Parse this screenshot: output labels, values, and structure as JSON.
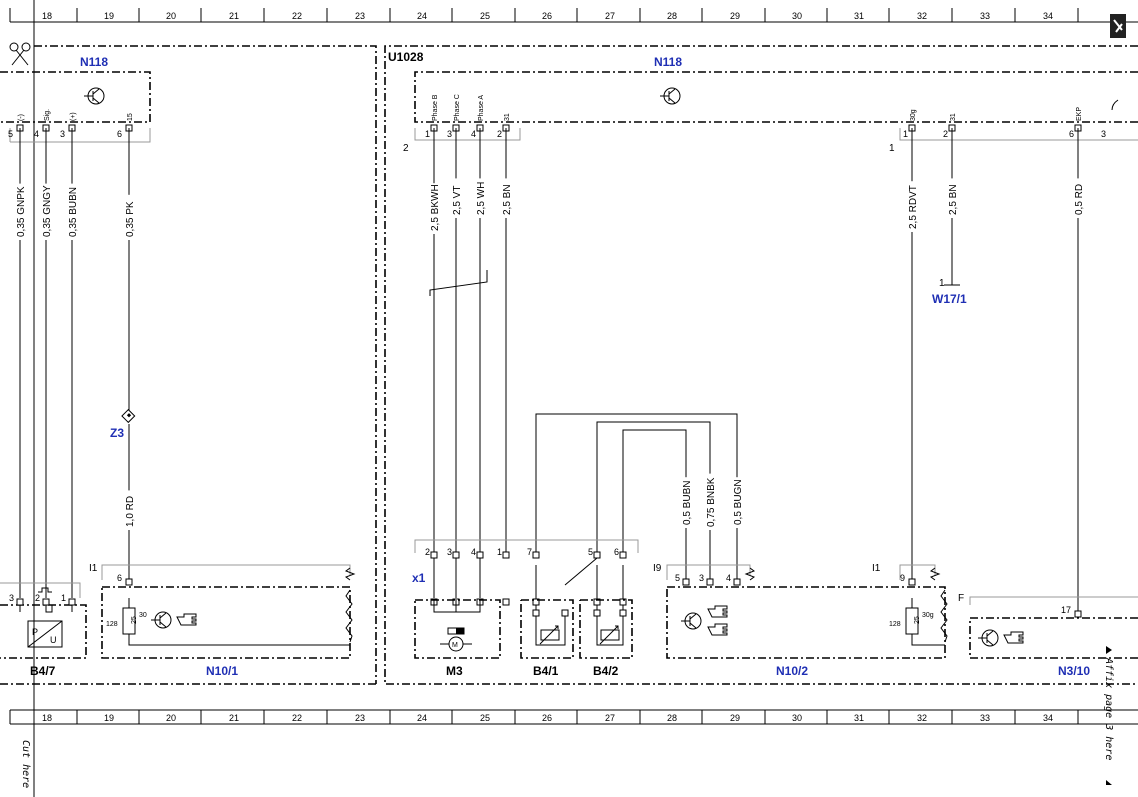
{
  "ruler_columns": [
    "18",
    "19",
    "20",
    "21",
    "22",
    "23",
    "24",
    "25",
    "26",
    "27",
    "28",
    "29",
    "30",
    "31",
    "32",
    "33",
    "34"
  ],
  "icons": {
    "scissors": "scissors-icon",
    "pdf": "pdf-icon",
    "transistor": "transistor-icon",
    "hand": "pointing-hand-icon"
  },
  "cut_text": "Cut here",
  "affix_text": "Affix page 3 here",
  "modules": {
    "n118_left": "N118",
    "n118_main": "N118",
    "u1028": "U1028",
    "w17_1": "W17/1",
    "w17_1_pin": "1",
    "z3": "Z3",
    "x1": "x1",
    "b4_7": "B4/7",
    "n10_1": "N10/1",
    "m3": "M3",
    "b4_1": "B4/1",
    "b4_2": "B4/2",
    "n10_2": "N10/2",
    "n3_10": "N3/10"
  },
  "connector_ids": {
    "left_i1": "I1",
    "n10_2_i9": "I9",
    "right_i1": "I1",
    "n3_10_f": "F",
    "conn2": "2",
    "conn1": "1"
  },
  "n118_left_pins": [
    {
      "pin": "5",
      "label": "(-)"
    },
    {
      "pin": "4",
      "label": "Sig."
    },
    {
      "pin": "3",
      "label": "(+)"
    },
    {
      "pin": "6",
      "label": "15"
    }
  ],
  "n118_main_pins": [
    {
      "pin": "1",
      "label": "Phase B"
    },
    {
      "pin": "3",
      "label": "Phase C"
    },
    {
      "pin": "4",
      "label": "Phase A"
    },
    {
      "pin": "2",
      "label": "31"
    },
    {
      "pin": "1",
      "label": "30g"
    },
    {
      "pin": "2",
      "label": "31"
    },
    {
      "pin": "6",
      "label": "EKP"
    },
    {
      "pin": "3",
      "label": ""
    }
  ],
  "wires": [
    {
      "label": "0,35 GNPK"
    },
    {
      "label": "0,35 GNGY"
    },
    {
      "label": "0,35 BUBN"
    },
    {
      "label": "0,35 PK"
    },
    {
      "label": "1,0 RD"
    },
    {
      "label": "2,5 BKWH"
    },
    {
      "label": "2,5 VT"
    },
    {
      "label": "2,5 WH"
    },
    {
      "label": "2,5 BN"
    },
    {
      "label": "0,5 BUBN"
    },
    {
      "label": "0,75 BNBK"
    },
    {
      "label": "0,5 BUGN"
    },
    {
      "label": "2,5 RDVT"
    },
    {
      "label": "2,5 BN"
    },
    {
      "label": "0,5 RD"
    }
  ],
  "x1_pins": [
    "2",
    "3",
    "4",
    "1",
    "7",
    "5",
    "6"
  ],
  "b4_7_pins": [
    "3",
    "2",
    "1"
  ],
  "b4_7_labels": {
    "p": "P",
    "u": "U"
  },
  "n10_1": {
    "pin": "6",
    "resistor": "25",
    "r_left": "128",
    "r_right": "30"
  },
  "n10_2": {
    "pins": [
      "5",
      "3",
      "4"
    ],
    "right_pin": "9",
    "resistor": "25",
    "r_left": "128",
    "r_right": "30g"
  },
  "n3_10": {
    "pin": "17"
  },
  "colors": {
    "module_label": "#1f2fb4",
    "line": "#000000",
    "grid": "#999999"
  }
}
